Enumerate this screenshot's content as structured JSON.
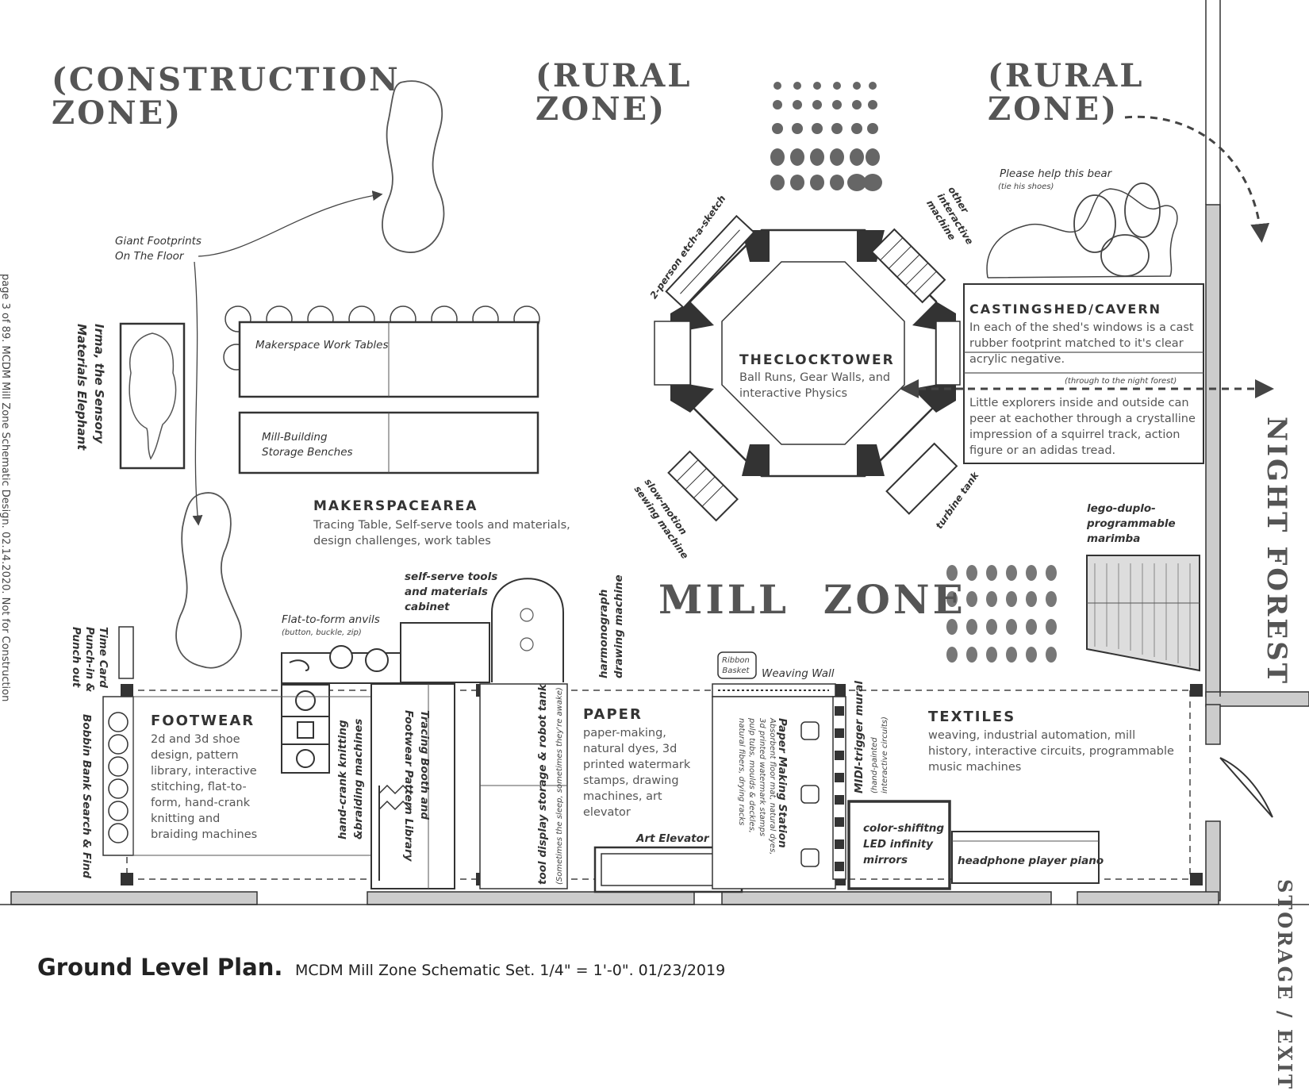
{
  "zones": {
    "construction": [
      "(CONSTRUCTION",
      "ZONE)"
    ],
    "rural_1": [
      "(RURAL",
      "ZONE)"
    ],
    "rural_2": [
      "(RURAL",
      "ZONE)"
    ],
    "mill": "MILL  ZONE",
    "night_forest": "NIGHT FOREST",
    "storage_exit": "STORAGE / EXIT"
  },
  "labels": {
    "giant_footprints": [
      "Giant Footprints",
      "On The Floor"
    ],
    "elephant": [
      "Irma, the Sensory",
      "Materials Elephant"
    ],
    "work_tables": "Makerspace Work Tables",
    "storage_benches": [
      "Mill-Building",
      "Storage Benches"
    ],
    "makerspace_title": "MakerspaceAREA",
    "makerspace_desc": "Tracing Table, Self-serve tools and materials, design challenges, work tables",
    "clock_title": "TheClockTower",
    "clock_desc": "Ball Runs, Gear Walls, and interactive Physics",
    "etch": "2-person etch-a-sketch",
    "other_machine": [
      "other",
      "interactive",
      "machine"
    ],
    "slow_motion": [
      "slow-motion",
      "sewing machine"
    ],
    "turbine": "turbine tank",
    "bear": "Please help this bear",
    "bear_sub": "(tie his shoes)",
    "casting_title": "CastingShed/Cavern",
    "casting_desc": "In each of the shed's windows is a cast rubber footprint matched to it's clear acrylic negative.",
    "through_forest": "(through to the night forest)",
    "explorers_desc": "Little explorers inside and outside can peer at eachother through a crystalline impression of a squirrel track, action figure or an adidas tread.",
    "marimba": [
      "lego-duplo-",
      "programmable",
      "marimba"
    ],
    "self_serve": [
      "self-serve tools",
      "and materials",
      "cabinet"
    ],
    "harmonograph": [
      "harmonograph",
      "drawing machine"
    ],
    "anvils": "Flat-to-form anvils",
    "anvils_sub": "(button, buckle, zip)",
    "time_card": [
      "Time Card",
      "Punch-in &",
      "Punch out"
    ],
    "bobbin": "Bobbin Bank Search & Find",
    "footwear_title": "Footwear",
    "footwear_desc": "2d and 3d shoe design, pattern library, interactive stitching, flat-to-form, hand-crank knitting and braiding machines",
    "hand_crank": [
      "hand-crank knitting",
      "&braiding machines"
    ],
    "tracing_booth": [
      "Tracing Booth and",
      "Footwear Pattern Library"
    ],
    "tool_display": "tool display storage & robot tank",
    "tool_display_sub": "(Sometimes the sleep, sometimes they're awake)",
    "paper_title": "Paper",
    "paper_desc": "paper-making, natural dyes, 3d printed watermark stamps, drawing machines, art elevator",
    "art_elevator": "Art Elevator",
    "ribbon": [
      "Ribbon",
      "Basket"
    ],
    "weaving": "Weaving Wall",
    "paper_station": "Paper Making Station",
    "paper_station_sub": [
      "Absorbent floor mat, natural dyes,",
      "3d printed watermark stamps",
      "pulp tubs, moulds & deckles,",
      "natural fibers, drying racks"
    ],
    "midi": "MIDI-trigger mural",
    "midi_sub": [
      "(hand-painted",
      "interactive circuits)"
    ],
    "textiles_title": "Textiles",
    "textiles_desc": "weaving, industrial automation, mill history, interactive circuits, programmable music machines",
    "led": [
      "color-shifitng",
      "LED infinity",
      "mirrors"
    ],
    "piano": "headphone player piano",
    "side_note": "page 3 of 89.  MCDM Mill Zone Schematic Design.  02.14.2020.  Not for Construction"
  },
  "footer": {
    "title": "Ground Level  Plan.",
    "subtitle": "MCDM Mill Zone Schematic Set.  1/4\" = 1'-0\".  01/23/2019"
  },
  "colors": {
    "line": "#333333",
    "dark": "#3a3a3a",
    "text": "#555555"
  }
}
